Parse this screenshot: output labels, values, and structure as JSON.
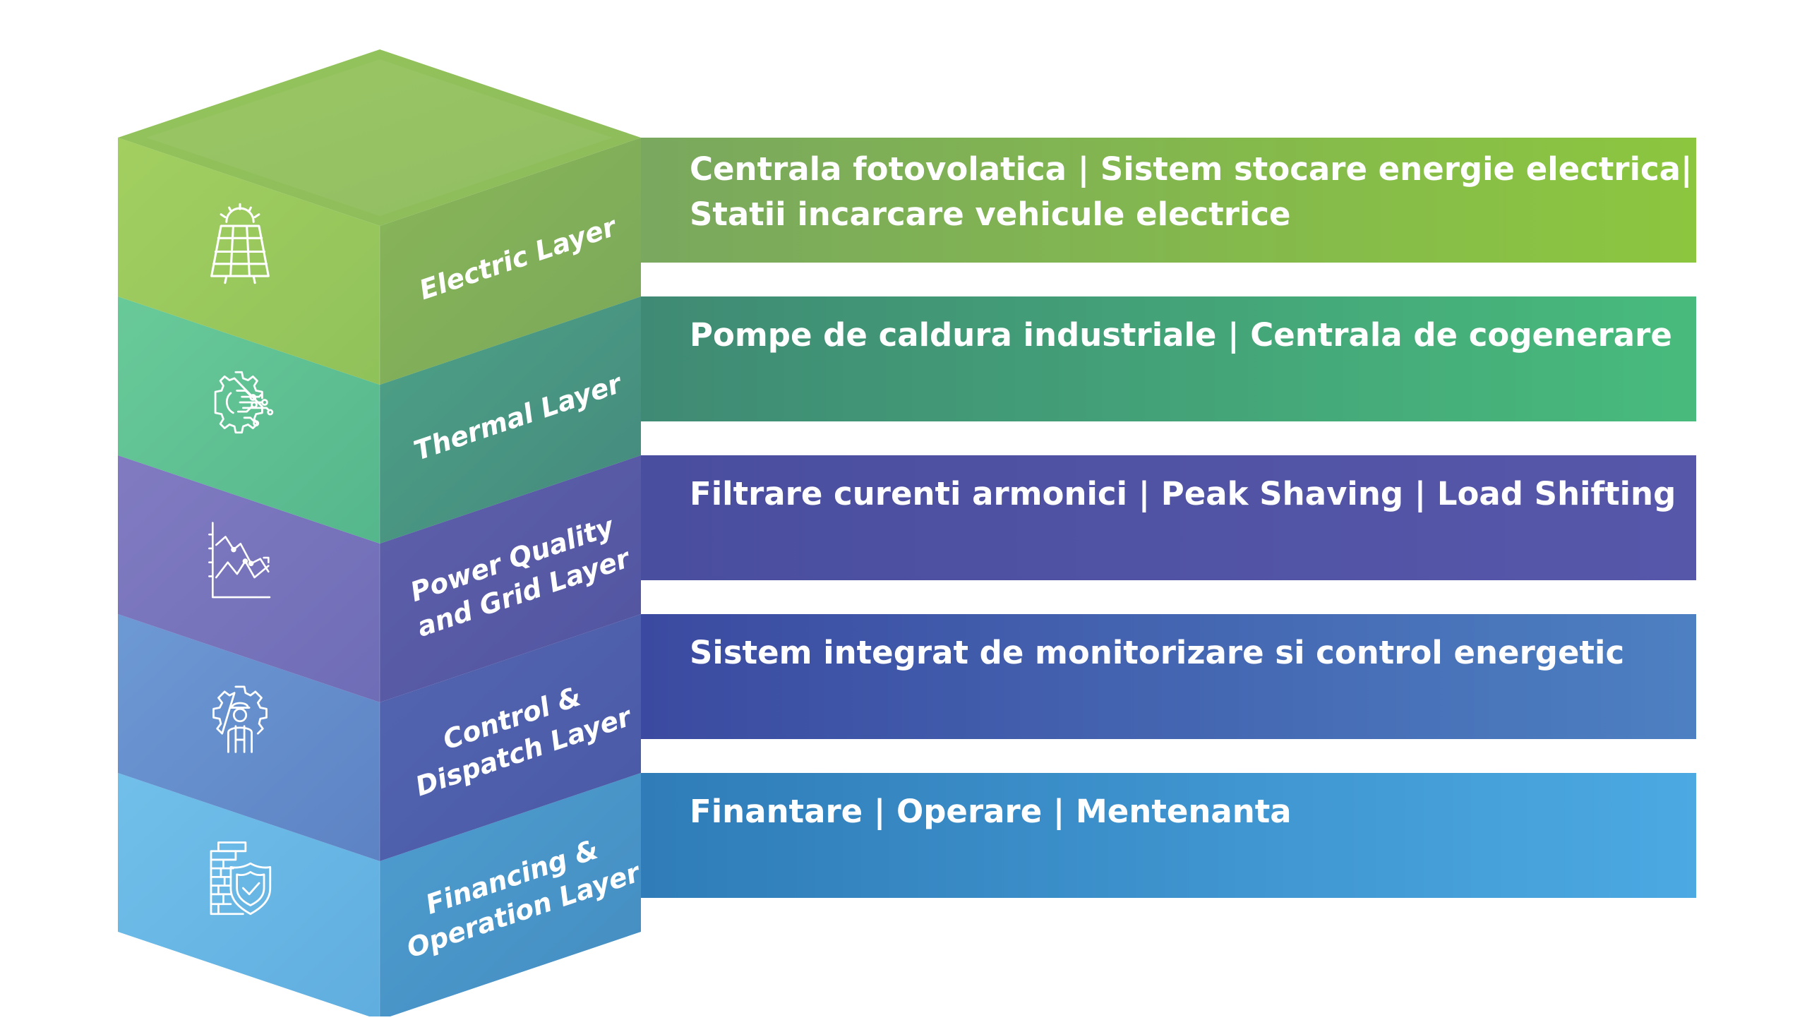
{
  "layers": [
    {
      "label_lines": [
        "Electric Layer"
      ],
      "description_lines": [
        "Centrala fotovolatica | Sistem stocare energie electrica|",
        "Statii incarcare vehicule electrice"
      ],
      "icon": "solar-panel-icon",
      "color_light": "#93C84E",
      "color_dark": "#7BAE4A"
    },
    {
      "label_lines": [
        "Thermal Layer"
      ],
      "description_lines": [
        "Pompe de caldura industriale | Centrala de cogenerare"
      ],
      "icon": "gear-circuit-icon",
      "color_light": "#52BE88",
      "color_dark": "#3E8B77"
    },
    {
      "label_lines": [
        "Power Quality",
        "and Grid Layer"
      ],
      "description_lines": [
        "Filtrare curenti armonici | Peak Shaving | Load Shifting"
      ],
      "icon": "line-chart-icon",
      "color_light": "#6F69B6",
      "color_dark": "#4C4FA0"
    },
    {
      "label_lines": [
        "Control &",
        "Dispatch Layer"
      ],
      "description_lines": [
        "Sistem integrat de monitorizare si control energetic"
      ],
      "icon": "engineer-gear-icon",
      "color_light": "#5A86C8",
      "color_dark": "#3F55A7"
    },
    {
      "label_lines": [
        "Financing &",
        "Operation Layer"
      ],
      "description_lines": [
        "Finantare | Operare | Mentenanta"
      ],
      "icon": "brick-wall-shield-icon",
      "color_light": "#5AB4E4",
      "color_dark": "#3A8EC4"
    }
  ]
}
